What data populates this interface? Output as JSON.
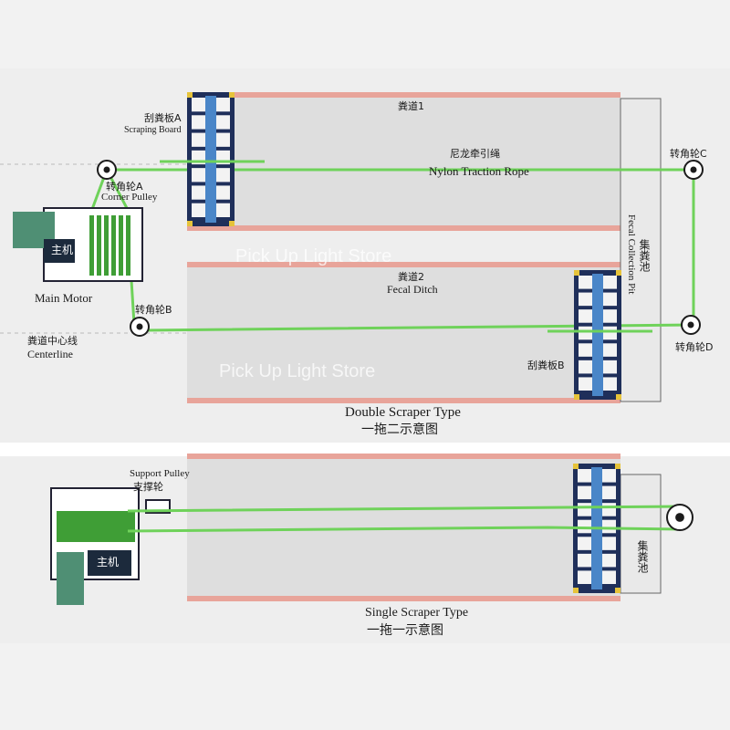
{
  "colors": {
    "rope": "#6fd25a",
    "rope_dark": "#3f9e36",
    "ditch_edge": "#e8a49a",
    "ditch_fill": "#dedede",
    "scraper_frame": "#1f2f5a",
    "scraper_blade": "#4a86c8",
    "motor": "#4f8f74",
    "pulley": "#1c1c1c"
  },
  "watermark": "Pick Up Light Store",
  "double": {
    "ditch1_cn": "粪道1",
    "rope_cn": "尼龙牵引绳",
    "rope_en": "Nylon Traction Rope",
    "board_a_cn": "刮粪板A",
    "board_a_en": "Scraping Board",
    "pulley_a_cn": "转角轮A",
    "pulley_a_en": "Corner Pulley",
    "motor_cn": "主机",
    "motor_en": "Main Motor",
    "pulley_b_cn": "转角轮B",
    "centerline_cn": "粪道中心线",
    "centerline_en": "Centerline",
    "ditch2_cn": "粪道2",
    "ditch2_en": "Fecal Ditch",
    "board_b_cn": "刮粪板B",
    "pit_cn": "集粪池",
    "pit_en": "Fecal Collection Pit",
    "pulley_c_cn": "转角轮C",
    "pulley_d_cn": "转角轮D",
    "caption_en": "Double Scraper Type",
    "caption_cn": "一拖二示意图"
  },
  "single": {
    "support_en": "Support Pulley",
    "support_cn": "支撑轮",
    "motor_cn": "主机",
    "pit_cn": "集粪池",
    "caption_en": "Single Scraper Type",
    "caption_cn": "一拖一示意图"
  }
}
